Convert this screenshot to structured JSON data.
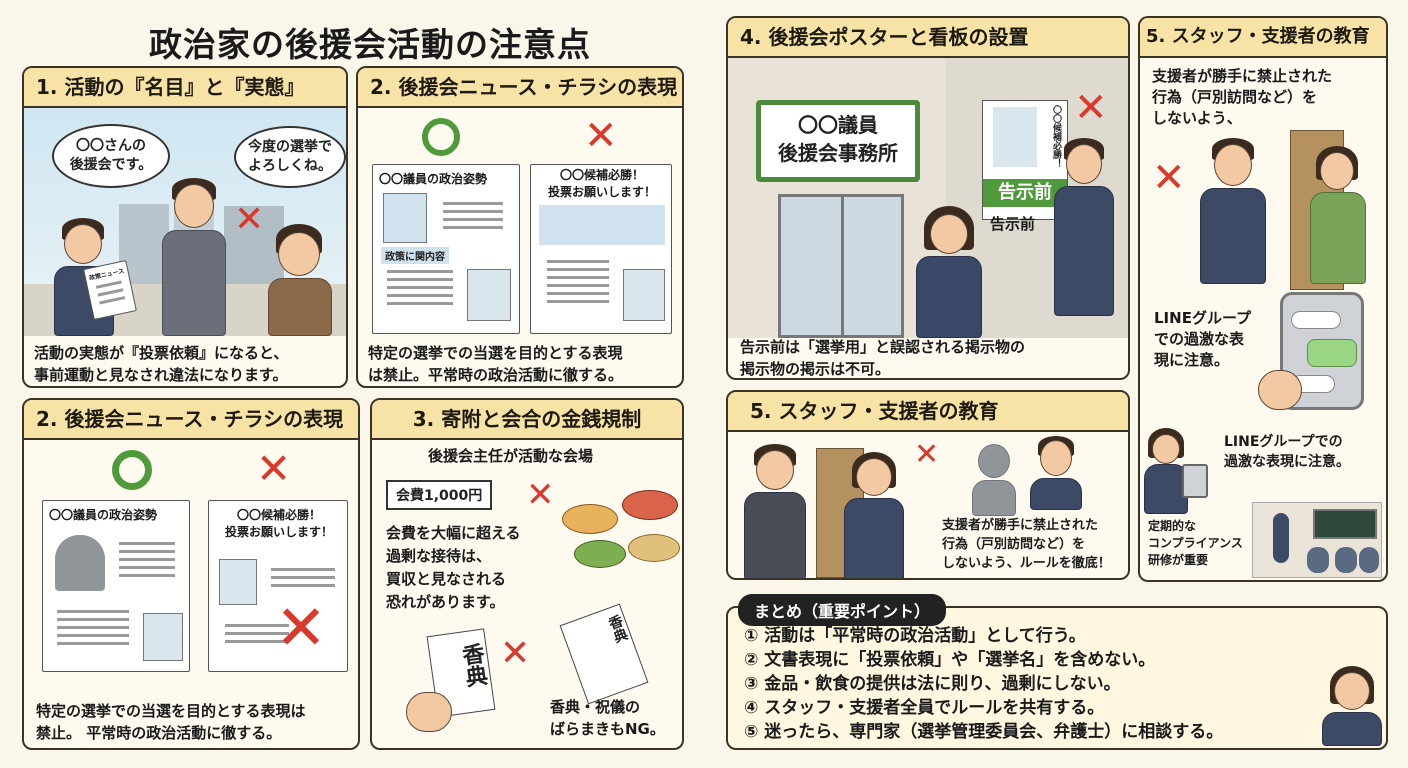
{
  "title": "政治家の後援会活動の注意点",
  "panel1": {
    "heading": "1. 活動の『名目』と『実態』",
    "bubble_left": "〇〇さんの\n後援会です。",
    "bubble_right": "今度の選挙で\nよろしくね。",
    "leaflet_label": "政策ニュース",
    "caption": "活動の実態が『投票依頼』になると、\n事前運動と見なされ違法になります。"
  },
  "panel2a": {
    "heading": "2. 後援会ニュース・チラシの表現",
    "ok_doc_title": "〇〇議員の政治姿勢",
    "ok_doc_label": "政策に関内容",
    "ng_doc_title": "〇〇候補必勝！\n投票お願いします！",
    "caption": "特定の選挙での当選を目的とする表現\nは禁止。平常時の政治活動に徹する。"
  },
  "panel2b": {
    "heading": "2. 後援会ニュース・チラシの表現",
    "ok_doc_title": "〇〇議員の政治姿勢",
    "ng_doc_title": "〇〇候補必勝！\n投票お願いします！",
    "caption": "特定の選挙での当選を目的とする表現は\n禁止。 平常時の政治活動に徹する。"
  },
  "panel3": {
    "heading": "3. 寄附と会合の金銭規制",
    "sub": "後援会主任が活動な会場",
    "fee": "会費1,000円",
    "text": "会費を大幅に超える\n過剰な接待は、\n買収と見なされる\n恐れがあります。",
    "envelope": "香典",
    "envelope2": "香典",
    "caption": "香典・祝儀の\nばらまきもNG。"
  },
  "panel4": {
    "heading": "4. 後援会ポスターと看板の設置",
    "sign": "〇〇議員\n後援会事務所",
    "poster_text": "〇〇候補必勝！",
    "poster_band": "告示前",
    "label": "告示前",
    "caption": "告示前は「選挙用」と誤認される掲示物の\n掲示物の掲示は不可。"
  },
  "panel5a": {
    "heading": "5. スタッフ・支援者の教育",
    "text": "支援者が勝手に禁止された\n行為（戸別訪問など）を\nしないよう、ルールを徹底！"
  },
  "panel5b": {
    "heading": "5. スタッフ・支援者の教育",
    "text_top": "支援者が勝手に禁止された\n行為（戸別訪問など）を\nしないよう、",
    "text_line": "LINEグループ\nでの過激な表\n現に注意。",
    "text_line2": "LINEグループでの\n過激な表現に注意。",
    "text_training": "定期的な\nコンプライアンス\n研修が重要"
  },
  "summary": {
    "tag": "まとめ（重要ポイント）",
    "items": [
      "① 活動は「平常時の政治活動」として行う。",
      "② 文書表現に「投票依頼」や「選挙名」を含めない。",
      "③ 金品・飲食の提供は法に則り、過剰にしない。",
      "④ スタッフ・支援者全員でルールを共有する。",
      "⑤ 迷ったら、専門家（選挙管理委員会、弁護士）に相談する。"
    ]
  },
  "colors": {
    "heading_bg": "#f7e3a6",
    "ok": "#4f9a3a",
    "ng": "#d8392b",
    "poster_band": "#4f9a3a"
  }
}
